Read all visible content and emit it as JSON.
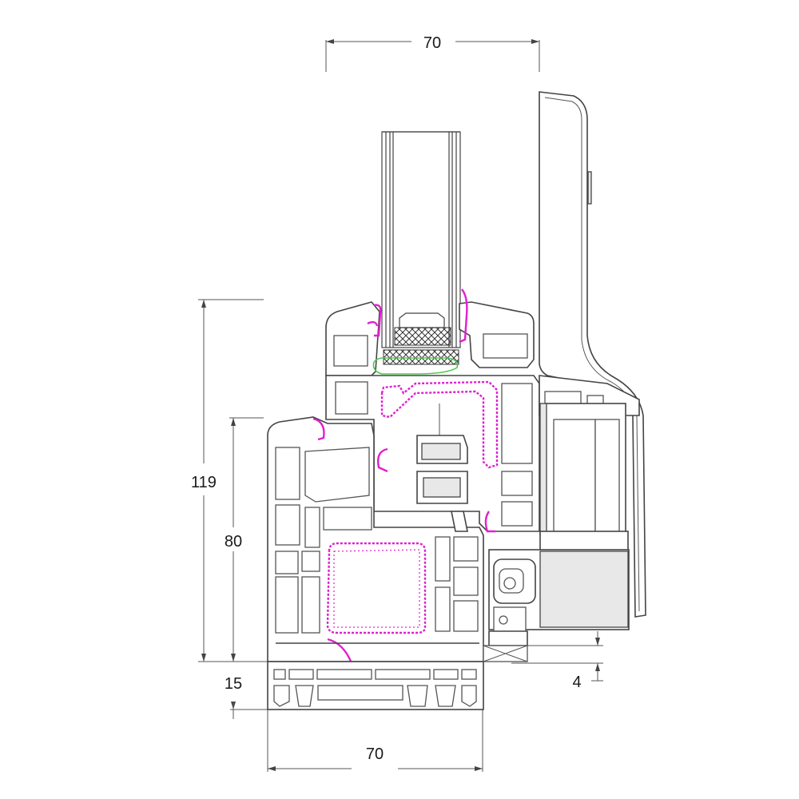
{
  "dimensions": {
    "top_width": "70",
    "bottom_width": "70",
    "total_height": "119",
    "frame_height": "80",
    "base_height": "15",
    "right_gap": "4"
  },
  "colors": {
    "profile_stroke": "#444444",
    "gasket": "#e020d0",
    "seal_green": "#50c850"
  }
}
